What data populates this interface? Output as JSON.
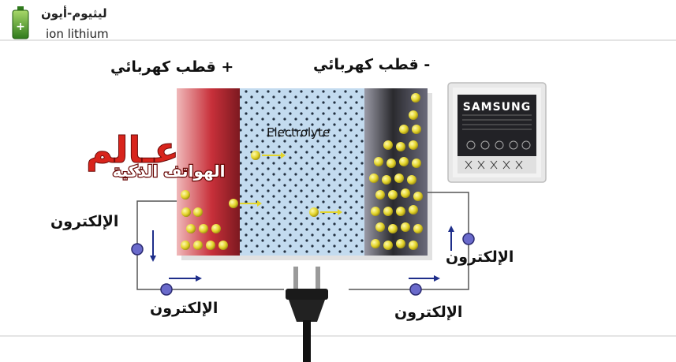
{
  "header": {
    "title_ar": "ليثيوم-أيون",
    "title_en": "ion lithium"
  },
  "labels": {
    "positive_electrode": "+ قطب كهربائي",
    "negative_electrode": "- قطب كهربائي",
    "electrolyte": "Electrolyte"
  },
  "watermark": {
    "line1": "عـالم",
    "line2": "الهواتف الذكية"
  },
  "battery": {
    "brand": "SAMSUNG"
  },
  "electron_labels": {
    "left": "الإلكترون",
    "bottom_left": "الإلكترون",
    "bottom_right": "الإلكترون",
    "right": "الإلكترون"
  },
  "colors": {
    "positive": "#c8303a",
    "negative": "#2a2a2e",
    "electrolyte": "#bcd6ee",
    "ion": "#e3d42a",
    "electron": "#5b5bbd",
    "arrow": "#1e2e8a",
    "watermark_red": "#d8241c"
  },
  "icons": {
    "logo": "battery-icon",
    "plug": "power-plug-icon"
  }
}
